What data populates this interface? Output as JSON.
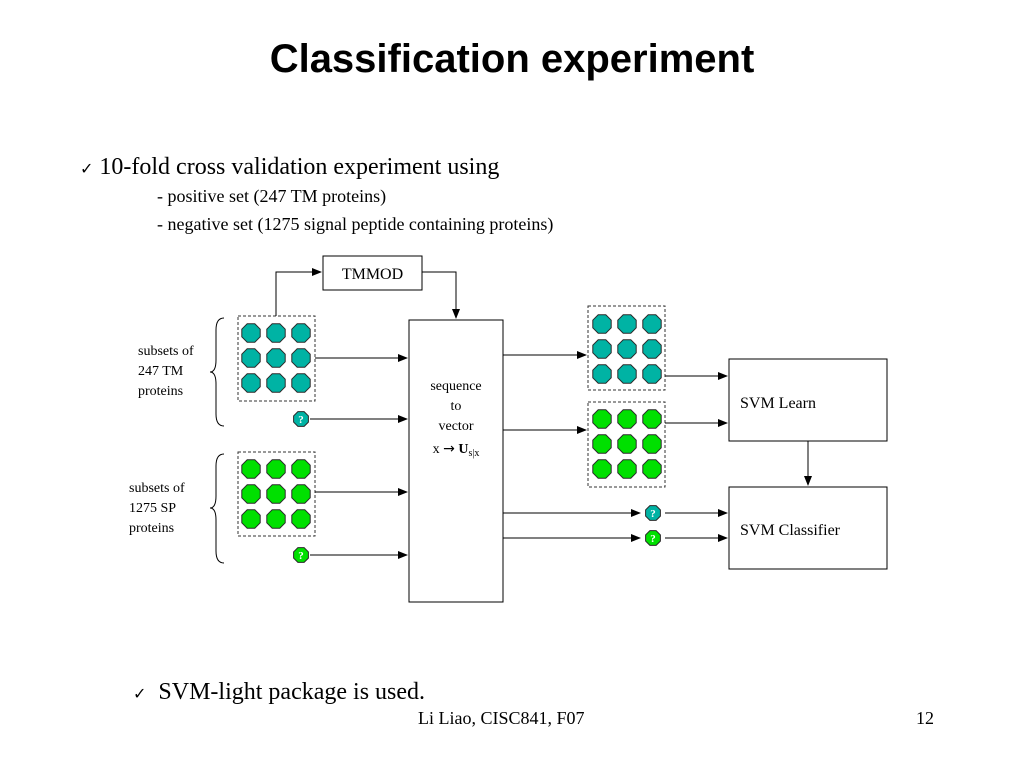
{
  "slide": {
    "title": "Classification experiment",
    "footer": "Li Liao, CISC841, F07",
    "page_number": "12"
  },
  "bullets": [
    {
      "text": "10-fold cross validation experiment using",
      "sub": [
        "- positive set (247 TM proteins)",
        "- negative set (1275 signal peptide containing proteins)"
      ]
    },
    {
      "text": "SVM-light package is used."
    }
  ],
  "diagram": {
    "tmmod_label": "TMMOD",
    "tm_label": [
      "subsets of",
      "247 TM",
      "proteins"
    ],
    "sp_label": [
      "subsets of",
      "1275 SP",
      "proteins"
    ],
    "converter_label": [
      "sequence",
      "to",
      "vector"
    ],
    "formula": {
      "x": "x",
      "arrow": "→",
      "u": "U",
      "sub": "s|x"
    },
    "svm_learn": "SVM Learn",
    "svm_classifier": "SVM Classifier",
    "query_mark": "?",
    "colors": {
      "tm_node": "#00B3A4",
      "sp_node": "#00E000",
      "node_stroke": "#2A2A2A"
    }
  }
}
